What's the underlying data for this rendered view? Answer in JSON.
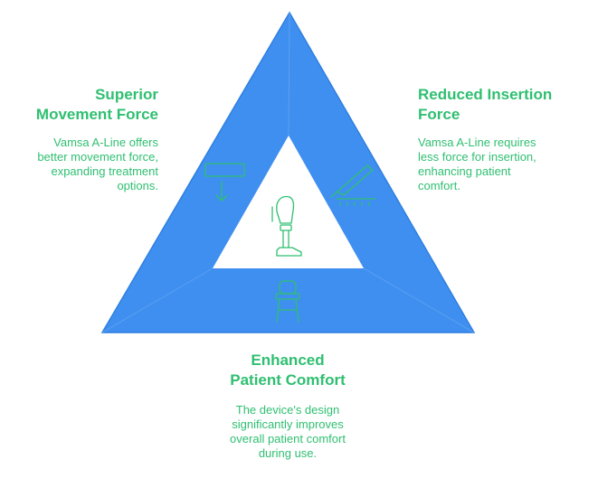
{
  "colors": {
    "triangle_fill": "#3f8ff0",
    "triangle_edge": "#2f7fe0",
    "accent_text": "#2fbf71",
    "icon_stroke": "#2fbf71"
  },
  "sections": {
    "left": {
      "title_lines": [
        "Superior",
        "Movement Force"
      ],
      "desc_lines": [
        "Vamsa A-Line offers",
        "better movement force,",
        "expanding treatment",
        "options."
      ],
      "icon": "movement-bar-arrow-icon"
    },
    "right": {
      "title_lines": [
        "Reduced Insertion",
        "Force"
      ],
      "desc_lines": [
        "Vamsa A-Line requires",
        "less force for insertion,",
        "enhancing patient",
        "comfort."
      ],
      "icon": "insertion-tool-icon"
    },
    "bottom": {
      "title_lines": [
        "Enhanced",
        "Patient Comfort"
      ],
      "desc_lines": [
        "The device's design",
        "significantly improves",
        "overall patient comfort",
        "during use."
      ],
      "icon": "patient-chair-icon"
    }
  },
  "center": {
    "icon": "prosthetic-leg-icon"
  }
}
